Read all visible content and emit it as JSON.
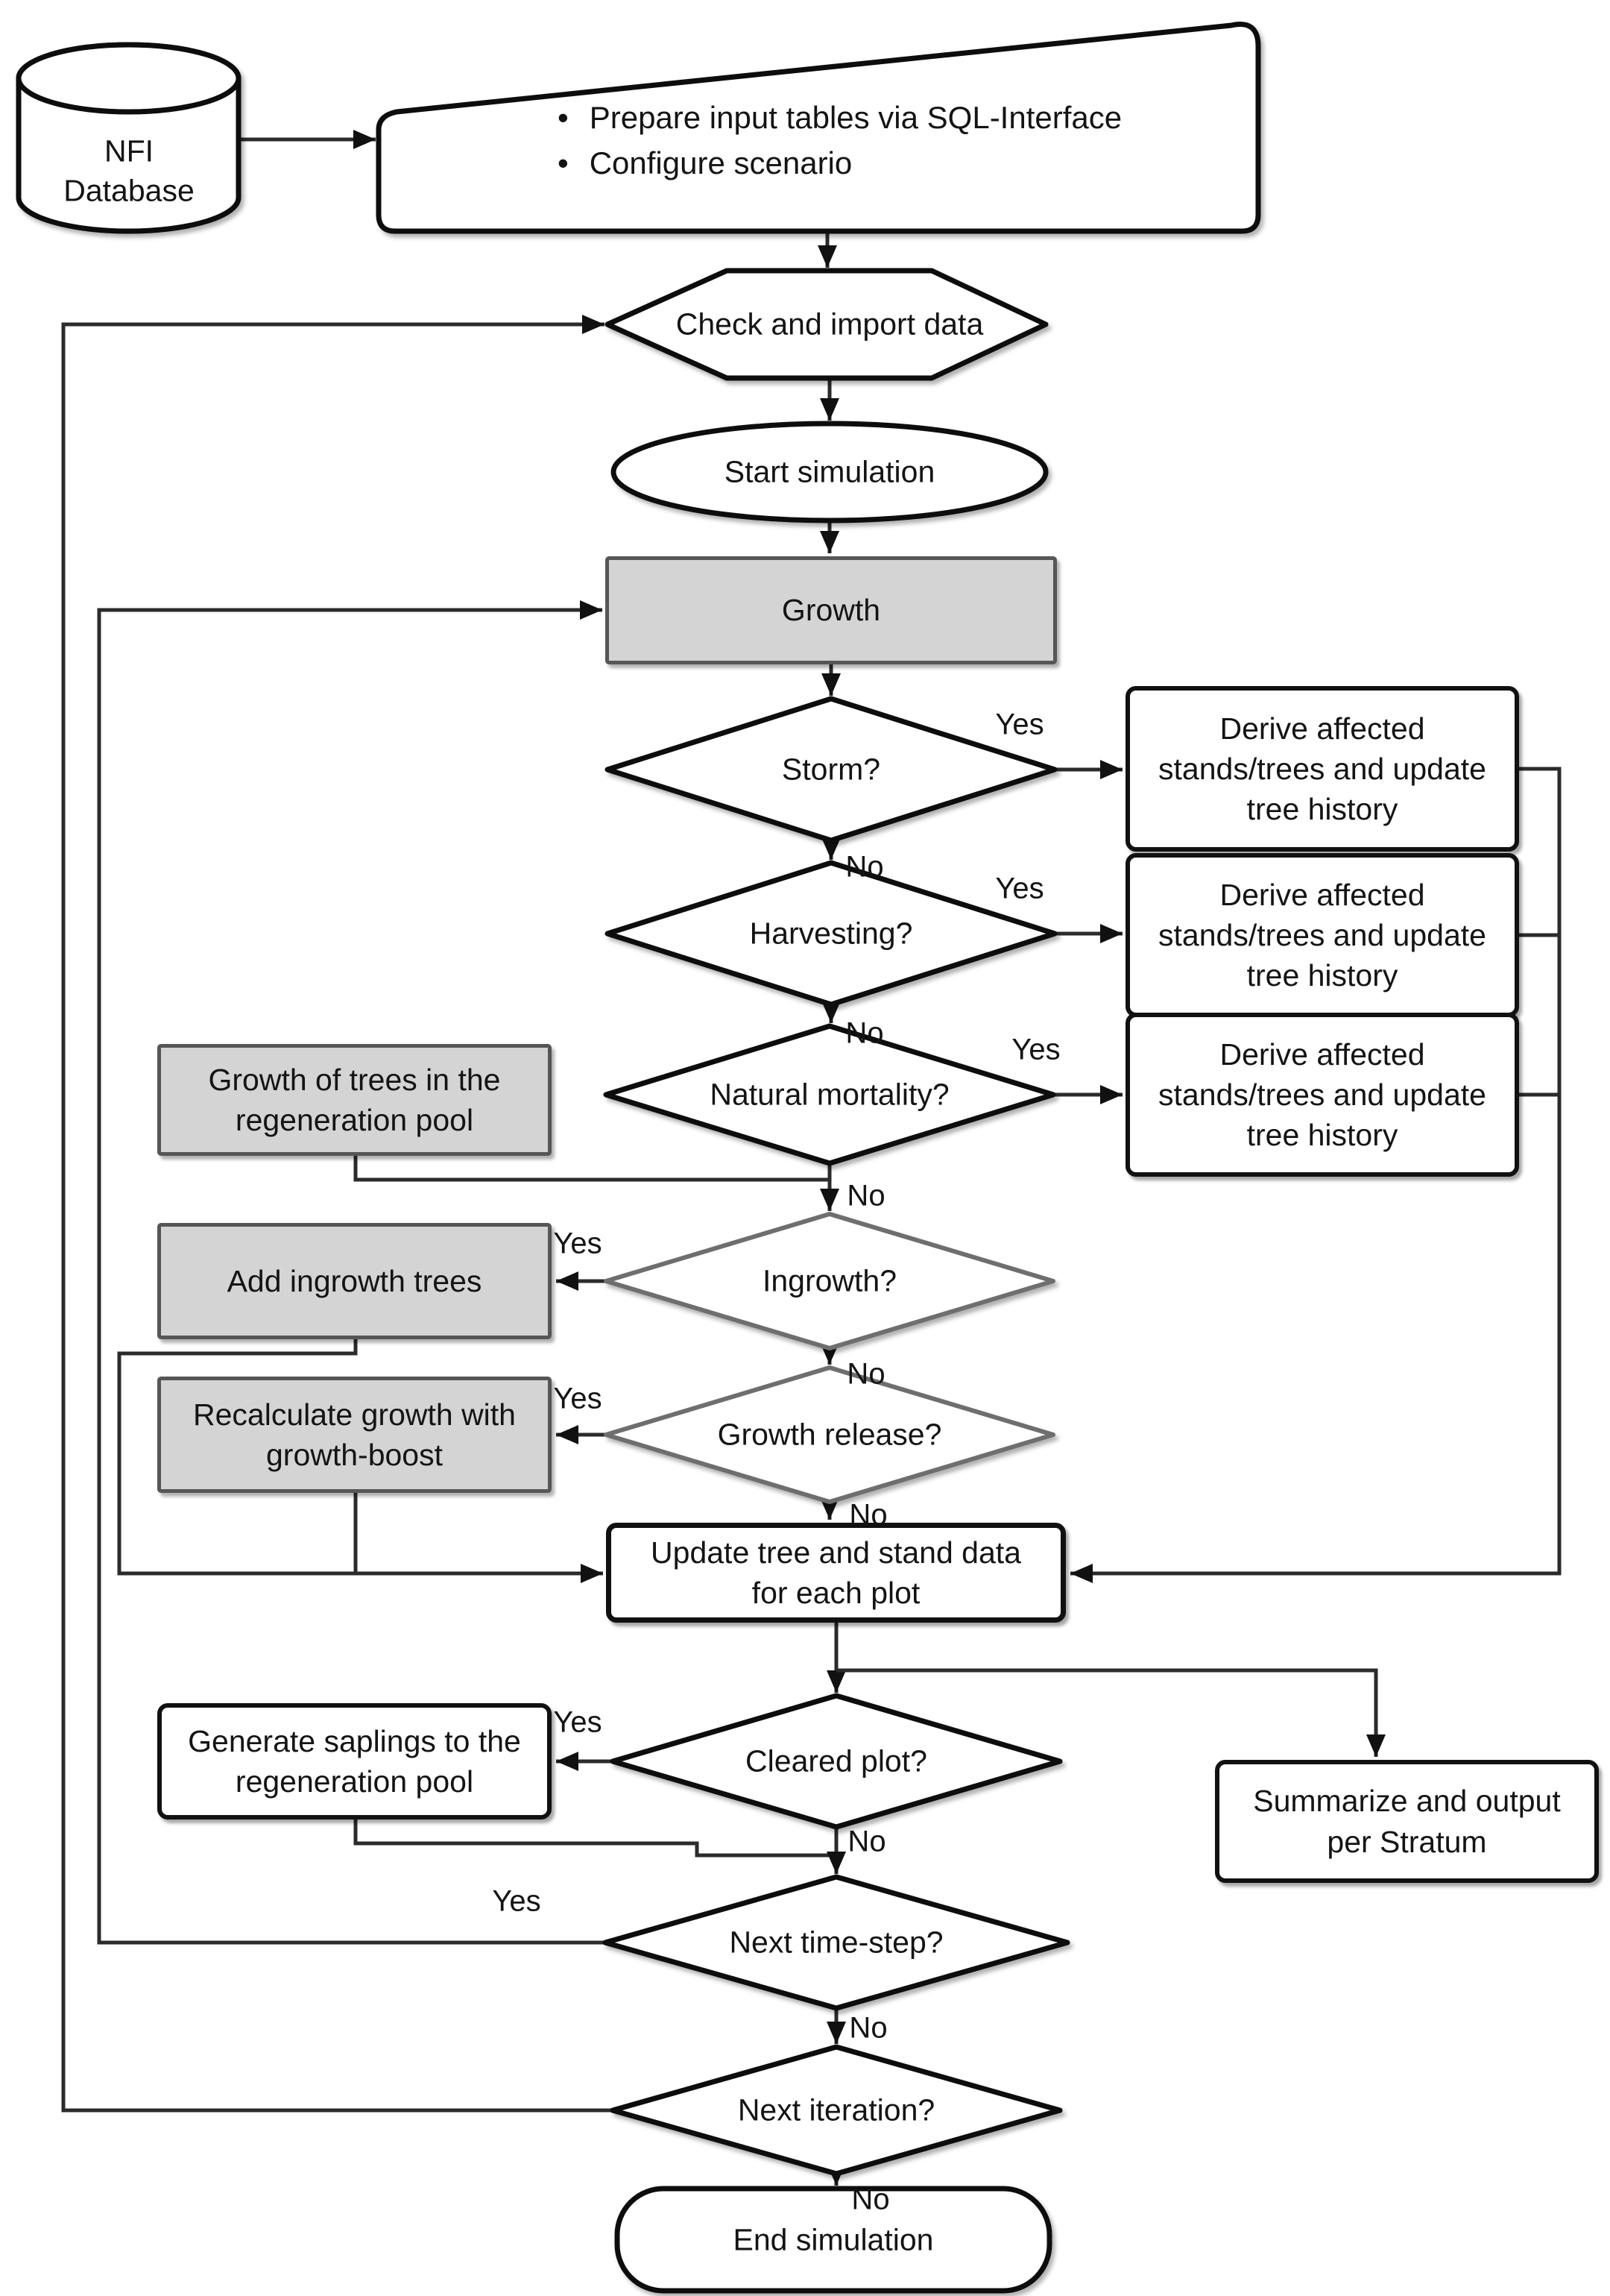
{
  "diagram": {
    "title": "Forest simulation flowchart",
    "labels": {
      "yes": "Yes",
      "no": "No"
    },
    "nodes": {
      "nfi_database": "NFI\nDatabase",
      "prepare": {
        "bullet1": "Prepare input tables via SQL-Interface",
        "bullet2": "Configure scenario"
      },
      "check_import": "Check and import data",
      "start_simulation": "Start simulation",
      "growth": "Growth",
      "storm": "Storm?",
      "derive_storm": "Derive affected\nstands/trees and update\ntree history",
      "harvesting": "Harvesting?",
      "derive_harvesting": "Derive affected\nstands/trees and update\ntree history",
      "natural_mortality": "Natural mortality?",
      "derive_mortality": "Derive affected\nstands/trees and update\ntree history",
      "growth_regeneration_pool": "Growth of trees in the\nregeneration pool",
      "ingrowth": "Ingrowth?",
      "add_ingrowth_trees": "Add ingrowth trees",
      "growth_release": "Growth release?",
      "recalculate_growth": "Recalculate growth with\ngrowth-boost",
      "update_tree_stand": "Update tree and stand data\nfor each plot",
      "cleared_plot": "Cleared plot?",
      "generate_saplings": "Generate saplings to the\nregeneration pool",
      "summarize_output": "Summarize and output\nper Stratum",
      "next_time_step": "Next time-step?",
      "next_iteration": "Next iteration?",
      "end_simulation": "End simulation"
    },
    "colors": {
      "background": "#ffffff",
      "shape_fill": "#ffffff",
      "gray_fill": "#d4d4d4",
      "border_black": "#111111",
      "border_gray": "#565656",
      "diamond_gray": "#6e6e6e",
      "line": "#2b2b2b",
      "text": "#141414"
    }
  }
}
